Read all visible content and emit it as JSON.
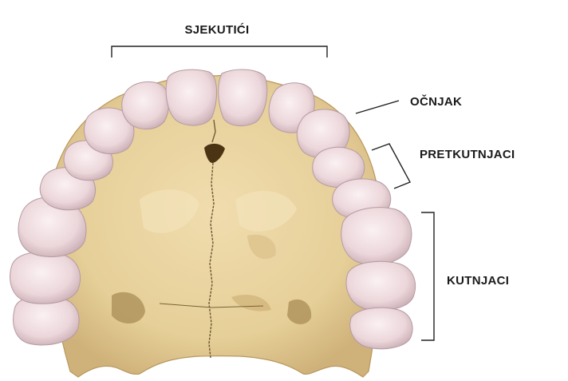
{
  "labels": {
    "incisors": "SJEKUTIĆI",
    "canine": "OČNJAK",
    "premolars": "PRETKUTNJACI",
    "molars": "KUTNJACI"
  },
  "colors": {
    "bone": "#e8d2a0",
    "bone_shadow": "#c9ad74",
    "tooth": "#f1dfe2",
    "tooth_shadow": "#cdb2b8",
    "suture": "#6b5530",
    "line": "#222222"
  }
}
